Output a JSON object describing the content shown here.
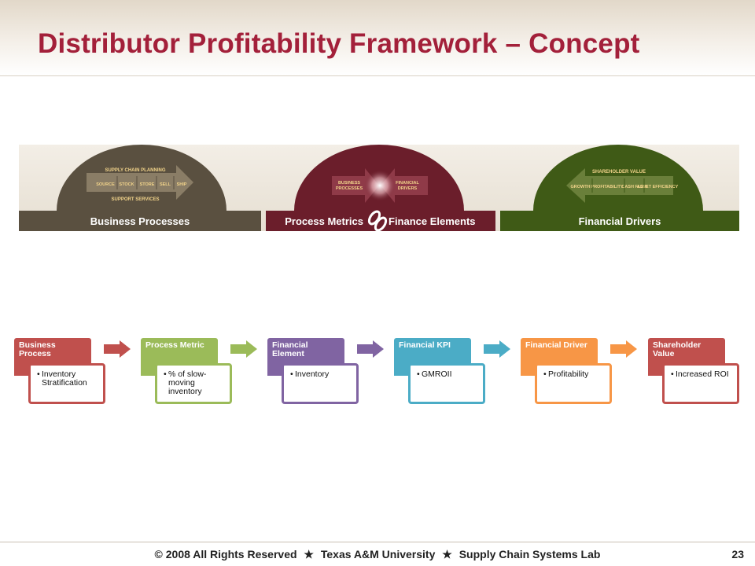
{
  "slide": {
    "title": "Distributor Profitability Framework – Concept",
    "page_number": "23"
  },
  "banner": {
    "panels": [
      {
        "label": "Business Processes",
        "color": "#5a5040",
        "top_label": "SUPPLY CHAIN PLANNING",
        "bottom_label": "SUPPORT SERVICES",
        "steps": [
          "SOURCE",
          "STOCK",
          "STORE",
          "SELL",
          "SHIP"
        ]
      },
      {
        "label_left": "Process Metrics",
        "label_right": "Finance Elements",
        "color": "#6b1e2b",
        "left_box": [
          "BUSINESS",
          "PROCESSES"
        ],
        "right_box": [
          "FINANCIAL",
          "DRIVERS"
        ]
      },
      {
        "label": "Financial Drivers",
        "color": "#3f5a16",
        "top_label": "SHAREHOLDER VALUE",
        "steps": [
          "GROWTH",
          "PROFITABILITY",
          "CASH FLOW",
          "ASSET EFFICIENCY"
        ]
      }
    ]
  },
  "chain": {
    "stages": [
      {
        "header": "Business Process",
        "item": "Inventory Stratification",
        "head_color": "#c0504d",
        "border_color": "#c0504d"
      },
      {
        "header": "Process Metric",
        "item": "% of slow-moving inventory",
        "head_color": "#9bbb59",
        "border_color": "#9bbb59"
      },
      {
        "header": "Financial Element",
        "item": "Inventory",
        "head_color": "#8064a2",
        "border_color": "#8064a2"
      },
      {
        "header": "Financial KPI",
        "item": "GMROII",
        "head_color": "#4bacc6",
        "border_color": "#4bacc6"
      },
      {
        "header": "Financial Driver",
        "item": "Profitability",
        "head_color": "#f79646",
        "border_color": "#f79646"
      },
      {
        "header": "Shareholder Value",
        "item": "Increased ROI",
        "head_color": "#c0504d",
        "border_color": "#c0504d"
      }
    ],
    "arrow_colors": [
      "#c0504d",
      "#9bbb59",
      "#8064a2",
      "#4bacc6",
      "#f79646"
    ]
  },
  "footer": {
    "copyright": "© 2008 All Rights Reserved",
    "university": "Texas A&M University",
    "lab": "Supply Chain Systems Lab",
    "separator_icon": "star-icon"
  }
}
